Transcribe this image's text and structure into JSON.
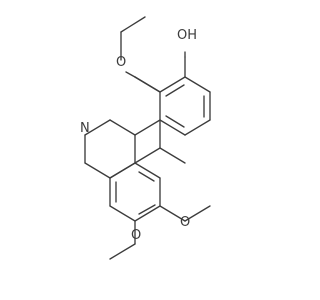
{
  "molecule": {
    "labels": {
      "oh": "OH",
      "o_upper_methoxy": "O",
      "n_ring": "N",
      "o_right_methoxy": "O",
      "o_lower_methoxy": "O"
    }
  }
}
